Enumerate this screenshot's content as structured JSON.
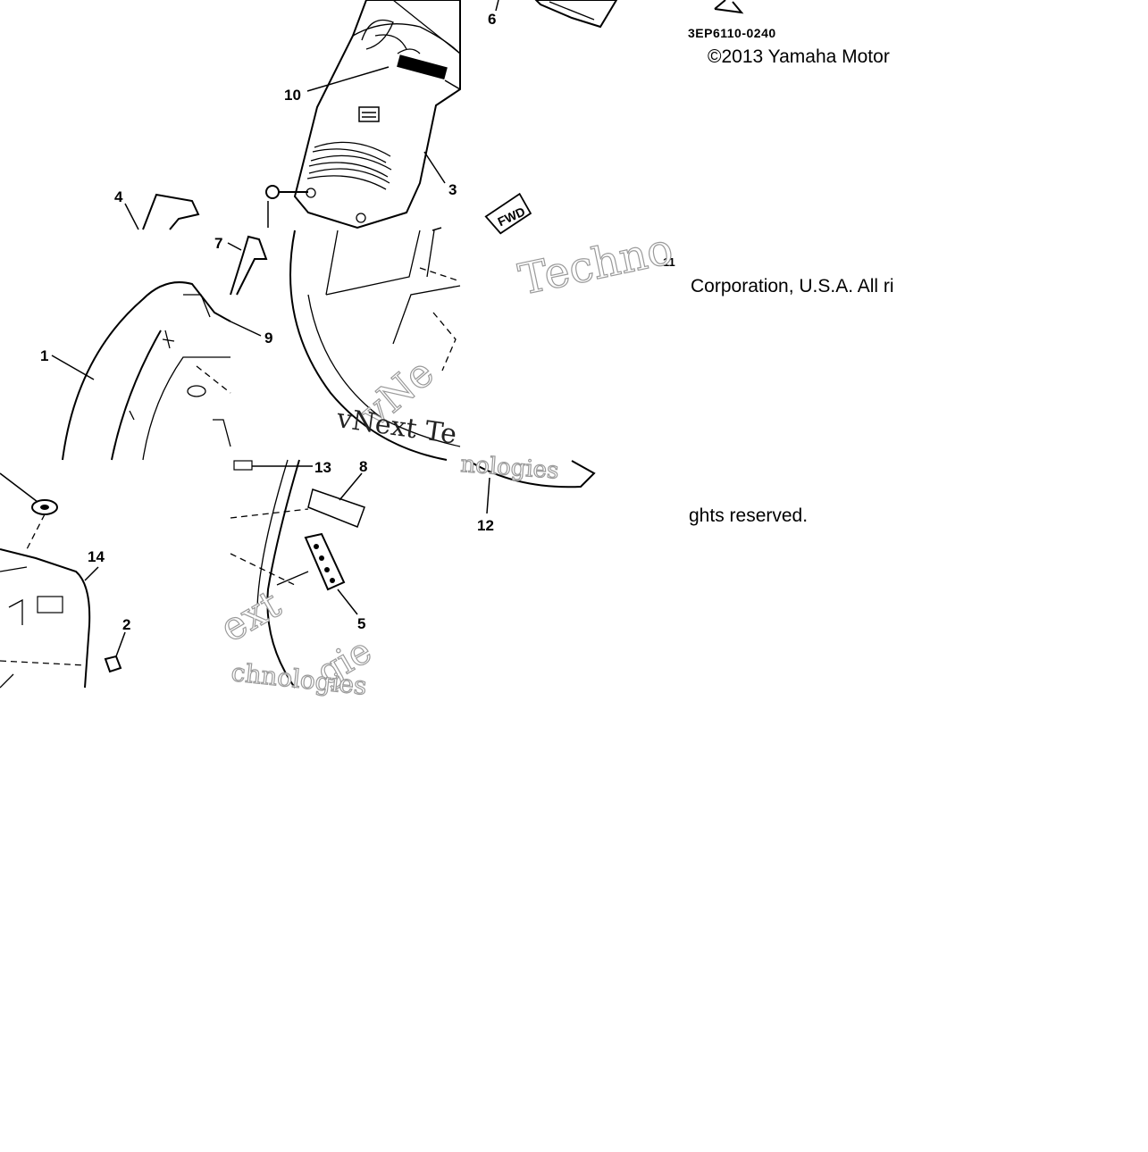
{
  "diagram": {
    "reference_code": "3EP6110-0240",
    "copyright_line_1": "©2013 Yamaha Motor",
    "copyright_fragment_2": "Corporation, U.S.A. All ri",
    "copyright_fragment_3": "ghts reserved.",
    "fwd_badge": "FWD",
    "callouts": [
      {
        "id": "1",
        "label": "1"
      },
      {
        "id": "2",
        "label": "2"
      },
      {
        "id": "3",
        "label": "3"
      },
      {
        "id": "4",
        "label": "4"
      },
      {
        "id": "5",
        "label": "5"
      },
      {
        "id": "6",
        "label": "6"
      },
      {
        "id": "7",
        "label": "7"
      },
      {
        "id": "8",
        "label": "8"
      },
      {
        "id": "9",
        "label": "9"
      },
      {
        "id": "10",
        "label": "10"
      },
      {
        "id": "11",
        "label": "11"
      },
      {
        "id": "12",
        "label": "12"
      },
      {
        "id": "13",
        "label": "13"
      },
      {
        "id": "14",
        "label": "14"
      }
    ],
    "watermarks": {
      "top_right": "Techno",
      "center": "vNext Te",
      "center_diag": "vNe",
      "mid_right": "nologies",
      "bottom_left": "ext",
      "bottom_left_2": "chnologies",
      "bottom_left_3": "gie"
    }
  }
}
